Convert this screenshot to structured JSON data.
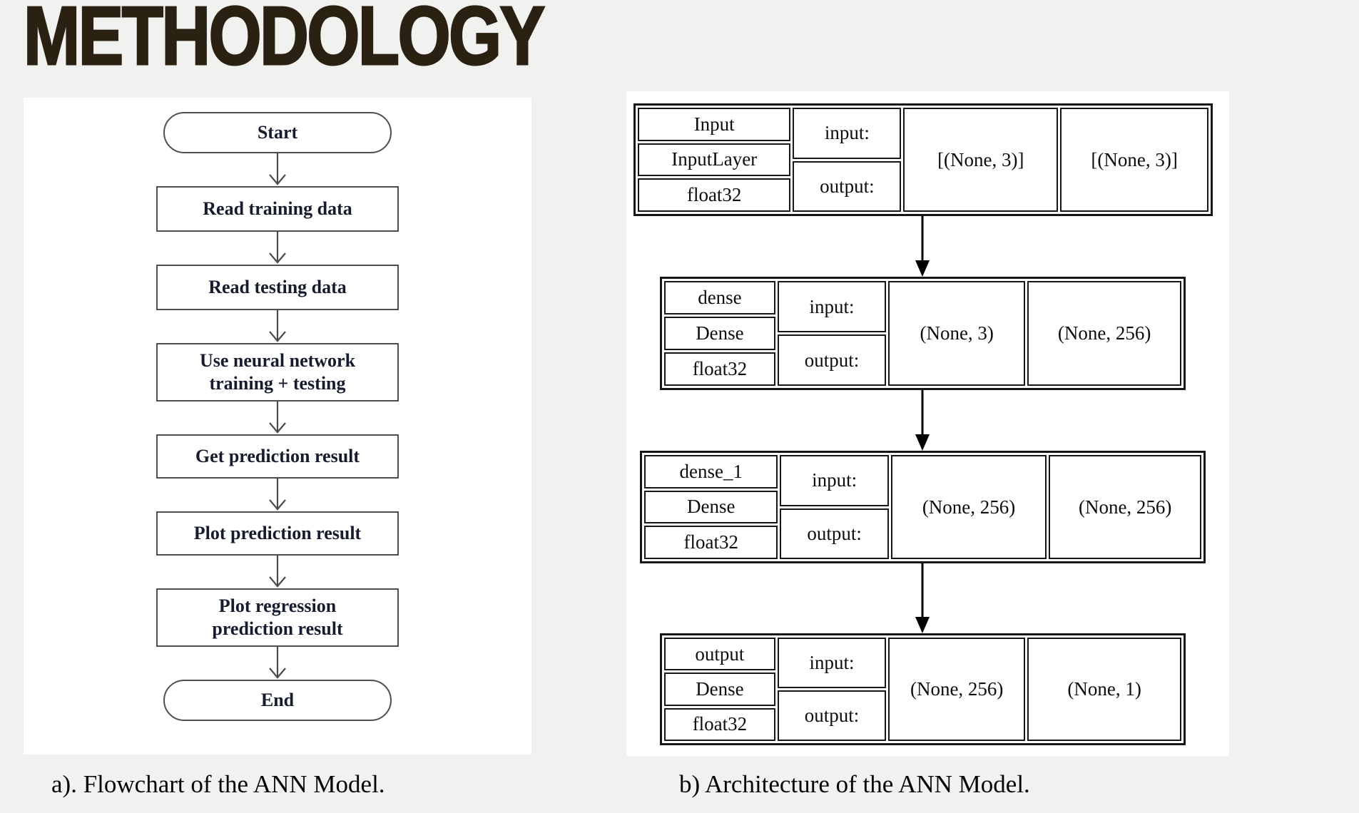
{
  "page": {
    "title": "METHODOLOGY",
    "title_color": "#2b2113",
    "background_color": "#f1f1ef",
    "panel_color": "#ffffff"
  },
  "flowchart": {
    "caption": "a). Flowchart of the ANN Model.",
    "border_color": "#4f4f4f",
    "text_color": "#161b2e",
    "nodes": [
      {
        "type": "terminator",
        "label": "Start"
      },
      {
        "type": "process",
        "label": "Read training data"
      },
      {
        "type": "process",
        "label": "Read testing data"
      },
      {
        "type": "process",
        "label": "Use neural network training + testing"
      },
      {
        "type": "process",
        "label": "Get prediction result"
      },
      {
        "type": "process",
        "label": "Plot prediction result"
      },
      {
        "type": "process",
        "label": "Plot regression prediction result"
      },
      {
        "type": "terminator",
        "label": "End"
      }
    ]
  },
  "architecture": {
    "caption": "b) Architecture of the ANN Model.",
    "border_color": "#161616",
    "input_label": "input:",
    "output_label": "output:",
    "layers": [
      {
        "name": "Input",
        "class": "InputLayer",
        "dtype": "float32",
        "input_shape": "[(None, 3)]",
        "output_shape": "[(None, 3)]"
      },
      {
        "name": "dense",
        "class": "Dense",
        "dtype": "float32",
        "input_shape": "(None, 3)",
        "output_shape": "(None, 256)"
      },
      {
        "name": "dense_1",
        "class": "Dense",
        "dtype": "float32",
        "input_shape": "(None, 256)",
        "output_shape": "(None, 256)"
      },
      {
        "name": "output",
        "class": "Dense",
        "dtype": "float32",
        "input_shape": "(None, 256)",
        "output_shape": "(None, 1)"
      }
    ]
  }
}
